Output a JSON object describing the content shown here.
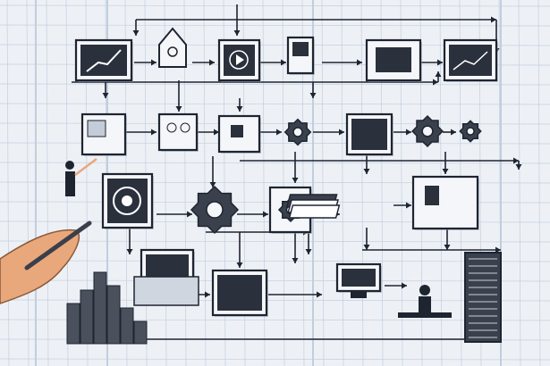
{
  "colors": {
    "background": "#edf1f6",
    "grid": "#b8c6d8",
    "ink": "#1e2430",
    "panel_dark": "#2a303c",
    "panel_light": "#f4f6f9",
    "skin": "#e9a77c",
    "pen": "#3a3f4a"
  },
  "icons": [
    "chart-board-icon",
    "home-user-icon",
    "video-play-icon",
    "document-icon",
    "image-frame-icon",
    "line-chart-icon",
    "presentation-icon",
    "team-icon",
    "network-nodes-icon",
    "gear-icon",
    "cubes-icon",
    "gears-icon",
    "target-icon",
    "puzzle-gear-icon",
    "stack-icon",
    "whiteboard-icon",
    "laptop-icon",
    "cube-network-icon",
    "desktop-icon",
    "server-rack-icon",
    "hand-with-pen",
    "presenter-figure",
    "worker-at-desk",
    "bar-chart-blocks"
  ]
}
